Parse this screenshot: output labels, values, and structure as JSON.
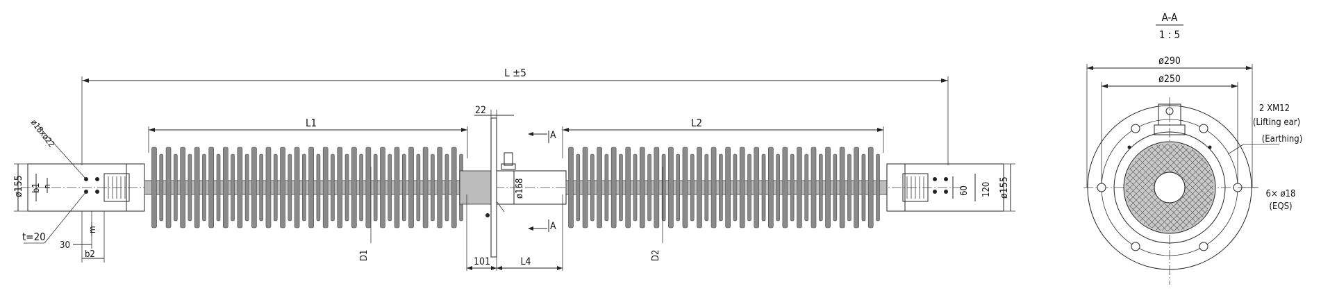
{
  "labels": {
    "overall_length": "L ±5",
    "l1": "L1",
    "l2": "L2",
    "d1": "D1",
    "d2": "D2",
    "dim_22": "22",
    "dim_101": "101",
    "l4": "L4",
    "phi168": "ø168",
    "phi155_left": "ø155",
    "phi155_right": "ø155",
    "b1": "b1",
    "n": "n",
    "m": "m",
    "b2": "b2",
    "t20": "t=20",
    "dim_30": "30",
    "hole_callout": "ø18xø22",
    "dim_60": "60",
    "dim_120": "120",
    "section_top": "A",
    "section_bottom": "A"
  },
  "section_view": {
    "title": "A-A",
    "scale": "1 : 5",
    "phi290": "ø290",
    "phi250": "ø250",
    "lifting_line1": "2 XM12",
    "lifting_line2": "(Lifting ear)",
    "lifting_line3": "(Earthing)",
    "holes_line1": "6× ø18",
    "holes_line2": "(EQS)"
  },
  "colors": {
    "line": "#222222",
    "shed": "#8a8a8a",
    "core": "#bcbcbc"
  }
}
